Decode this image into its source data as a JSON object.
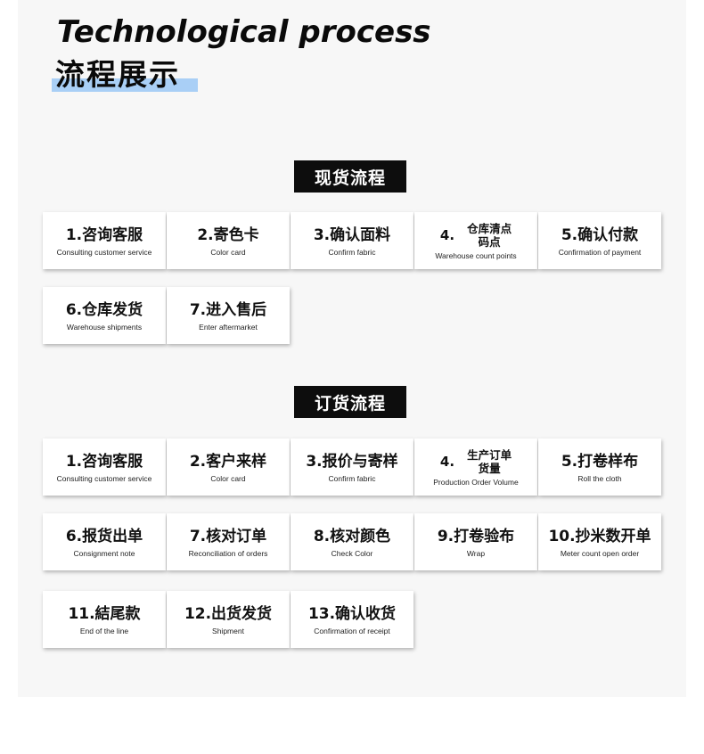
{
  "header": {
    "title_en": "Technological process",
    "title_cn": "流程展示"
  },
  "colors": {
    "highlight_bar": "#a9cff6",
    "label_bg": "#0d0d0d",
    "panel_bg": "#f7f7f7"
  },
  "section1": {
    "label": "现货流程",
    "steps": [
      {
        "cn": "1.咨询客服",
        "en": "Consulting customer service"
      },
      {
        "cn": "2.寄色卡",
        "en": "Color card"
      },
      {
        "cn": "3.确认面料",
        "en": "Confirm fabric"
      },
      {
        "num": "4.",
        "line1": "仓库清点",
        "line2": "码点",
        "en": "Warehouse count points"
      },
      {
        "cn": "5.确认付款",
        "en": "Confirmation of payment"
      },
      {
        "cn": "6.仓库发货",
        "en": "Warehouse shipments"
      },
      {
        "cn": "7.进入售后",
        "en": "Enter aftermarket"
      }
    ]
  },
  "section2": {
    "label": "订货流程",
    "steps": [
      {
        "cn": "1.咨询客服",
        "en": "Consulting customer service"
      },
      {
        "cn": "2.客户来样",
        "en": "Color card"
      },
      {
        "cn": "3.报价与寄样",
        "en": "Confirm fabric"
      },
      {
        "num": "4.",
        "line1": "生产订单",
        "line2": "货量",
        "en": "Production Order Volume"
      },
      {
        "cn": "5.打卷样布",
        "en": "Roll the cloth"
      },
      {
        "cn": "6.报货出单",
        "en": "Consignment note"
      },
      {
        "cn": "7.核对订单",
        "en": "Reconciliation of orders"
      },
      {
        "cn": "8.核对颜色",
        "en": "Check Color"
      },
      {
        "cn": "9.打卷验布",
        "en": "Wrap"
      },
      {
        "cn": "10.抄米数开单",
        "en": "Meter count open order"
      },
      {
        "cn": "11.結尾款",
        "en": "End of the line"
      },
      {
        "cn": "12.出货发货",
        "en": "Shipment"
      },
      {
        "cn": "13.确认收货",
        "en": "Confirmation of receipt"
      }
    ]
  }
}
